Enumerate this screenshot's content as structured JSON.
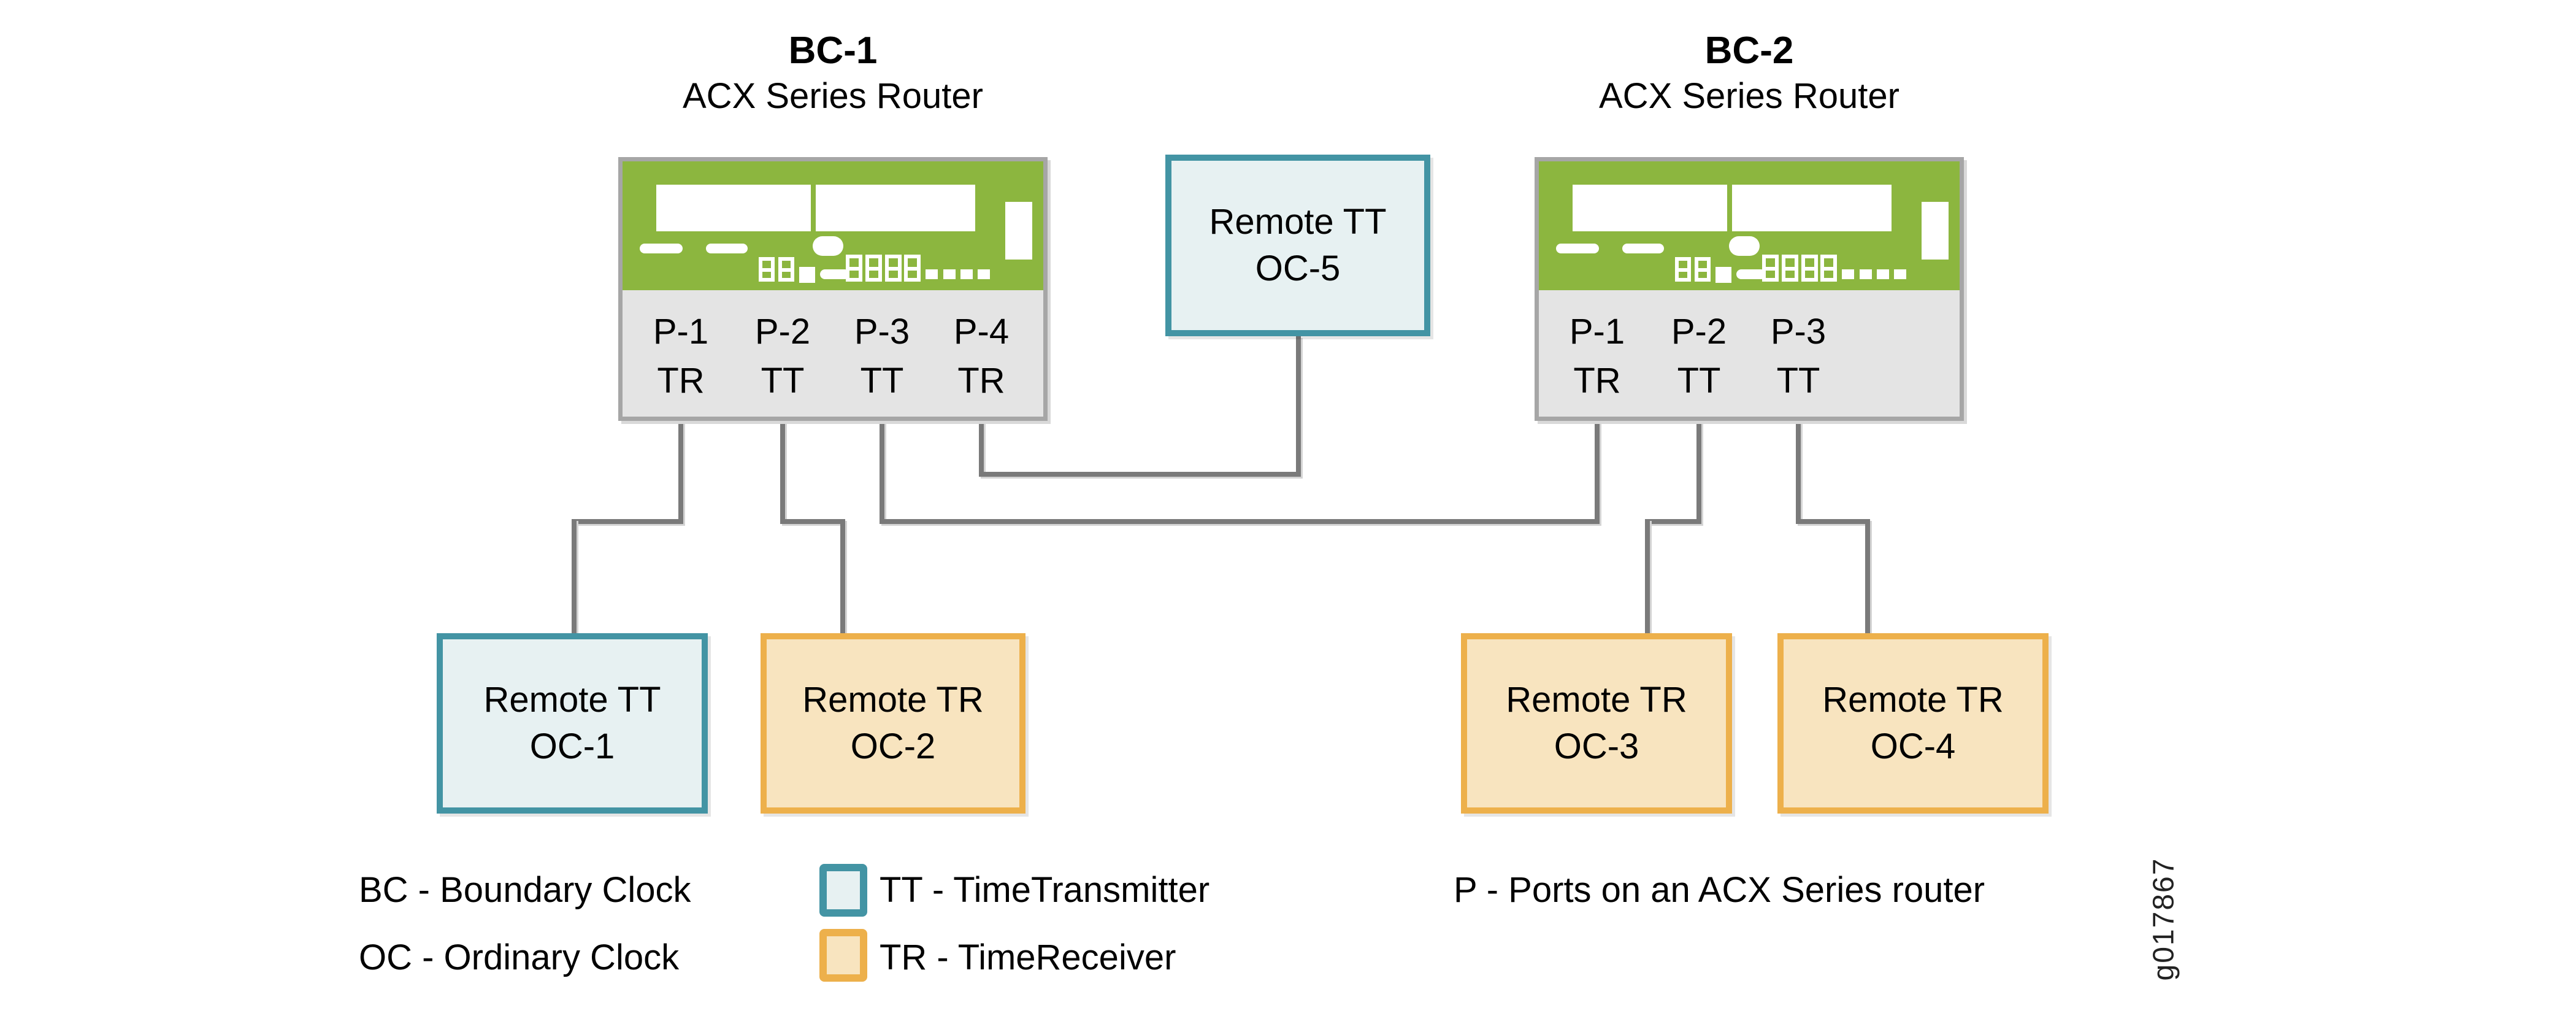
{
  "figure_id": "g017867",
  "colors": {
    "router_face_green": "#8cb63f",
    "router_ports_gray": "#e4e4e4",
    "router_border": "#a6a6a6",
    "tt_border_teal": "#4394a4",
    "tt_fill": "#e7f1f2",
    "tr_border_orange": "#edb04b",
    "tr_fill": "#f8e4bf",
    "connector_gray": "#7a7a7a"
  },
  "routers": [
    {
      "title": "BC-1",
      "subtitle": "ACX Series Router",
      "ports": [
        {
          "name": "P-1",
          "role": "TR"
        },
        {
          "name": "P-2",
          "role": "TT"
        },
        {
          "name": "P-3",
          "role": "TT"
        },
        {
          "name": "P-4",
          "role": "TR"
        }
      ]
    },
    {
      "title": "BC-2",
      "subtitle": "ACX Series Router",
      "ports": [
        {
          "name": "P-1",
          "role": "TR"
        },
        {
          "name": "P-2",
          "role": "TT"
        },
        {
          "name": "P-3",
          "role": "TT"
        }
      ]
    }
  ],
  "clocks": [
    {
      "line1": "Remote TT",
      "line2": "OC-5",
      "type": "TT"
    },
    {
      "line1": "Remote TT",
      "line2": "OC-1",
      "type": "TT"
    },
    {
      "line1": "Remote TR",
      "line2": "OC-2",
      "type": "TR"
    },
    {
      "line1": "Remote TR",
      "line2": "OC-3",
      "type": "TR"
    },
    {
      "line1": "Remote TR",
      "line2": "OC-4",
      "type": "TR"
    }
  ],
  "legend": {
    "bc": "BC - Boundary Clock",
    "oc": "OC - Ordinary Clock",
    "tt": "TT - TimeTransmitter",
    "tr": "TR - TimeReceiver",
    "p": "P - Ports on an ACX Series router"
  }
}
